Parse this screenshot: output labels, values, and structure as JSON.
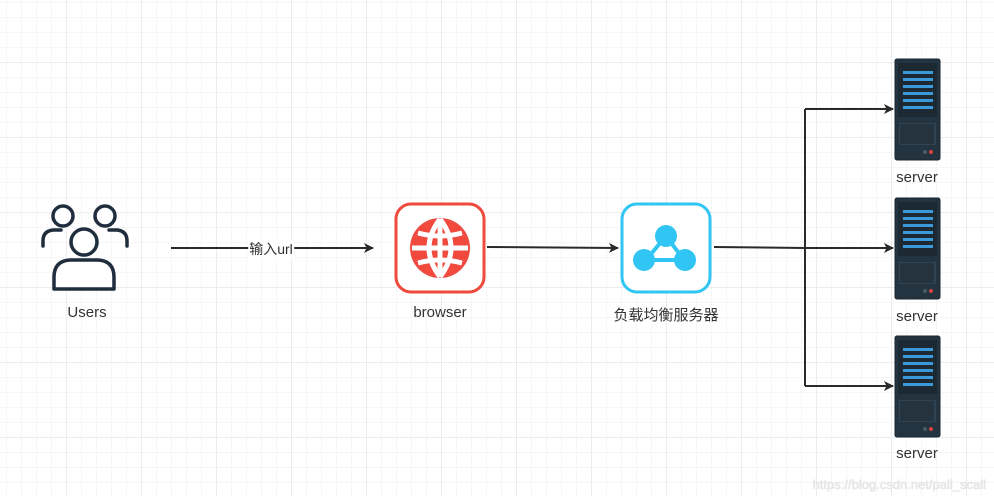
{
  "nodes": {
    "users": {
      "label": "Users",
      "icon": "users-icon"
    },
    "browser": {
      "label": "browser",
      "icon": "globe-icon",
      "color": "#f04a3e"
    },
    "load_balancer": {
      "label": "负载均衡服务器",
      "icon": "share-network-icon",
      "color": "#31c5f4"
    },
    "servers": [
      {
        "label": "server",
        "icon": "server-rack-icon"
      },
      {
        "label": "server",
        "icon": "server-rack-icon"
      },
      {
        "label": "server",
        "icon": "server-rack-icon"
      }
    ]
  },
  "edges": {
    "users_to_browser": {
      "label": "输入url"
    }
  },
  "colors": {
    "stroke": "#2a2a2a",
    "users_icon": "#1f2d3d",
    "server_body": "#233340",
    "server_stripe": "#3a9ad9",
    "server_led": "#d9443c"
  },
  "watermark": "https://blog.csdn.net/pall_scall"
}
